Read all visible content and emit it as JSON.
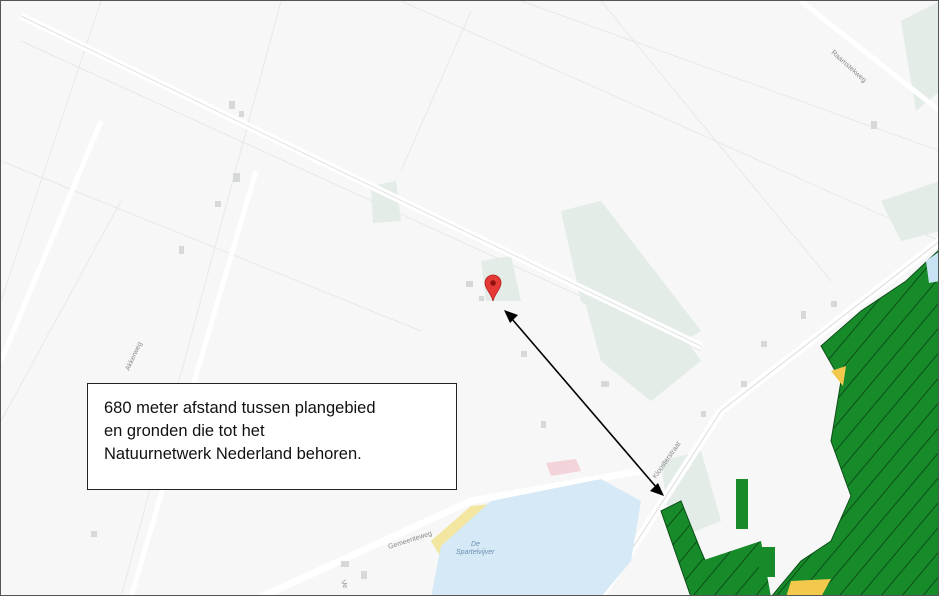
{
  "annotation": {
    "lines": [
      "680 meter afstand tussen plangebied",
      "en gronden die tot het",
      "Natuurnetwerk Nederland behoren."
    ]
  },
  "road_labels": {
    "akkerweg": "Akkerweg",
    "gemeentenweg": "Gemeenteweg",
    "kloosterstraat": "Kloosterstraat",
    "raamweg": "Raamstekweg",
    "ve": "Ve"
  },
  "water_label": {
    "line1": "De",
    "line2": "Spartelvijver"
  },
  "colors": {
    "nnn_green": "#178a2a",
    "marker_red": "#e53935",
    "water": "#d6e9f6",
    "sand": "#f2e6a0",
    "map_bg": "#f6f7f6"
  }
}
